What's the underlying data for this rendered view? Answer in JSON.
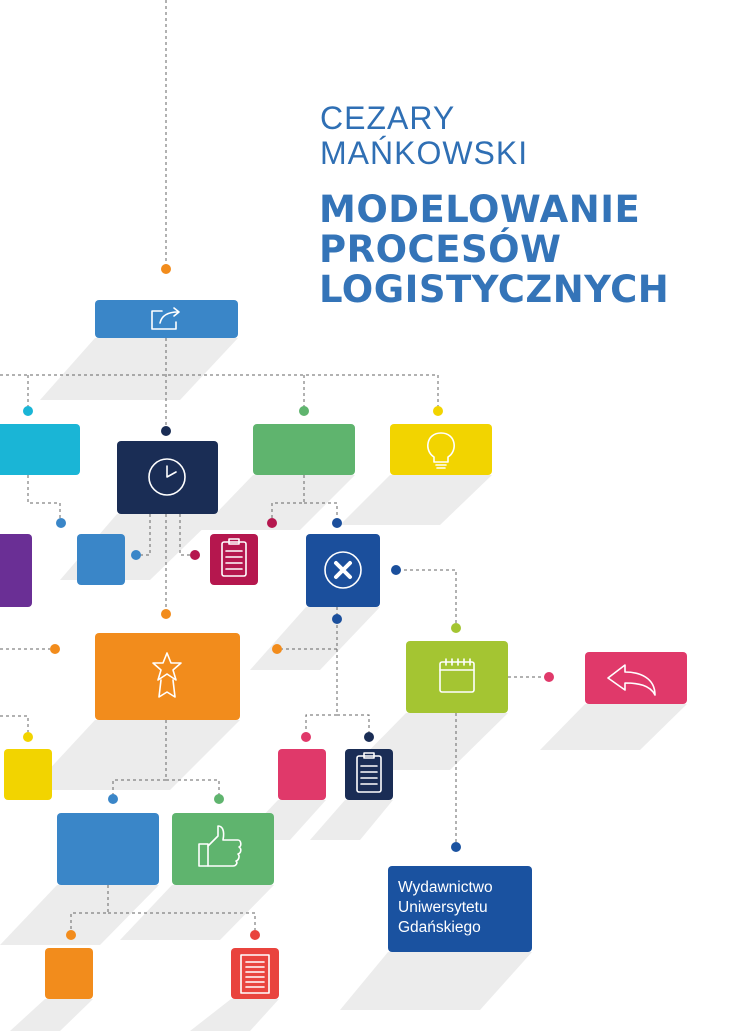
{
  "author": {
    "first_name": "CEZARY",
    "last_name": "MAŃKOWSKI"
  },
  "title": {
    "line1": "MODELOWANIE",
    "line2": "PROCESÓW",
    "line3": "LOGISTYCZNYCH"
  },
  "publisher": {
    "line1": "Wydawnictwo",
    "line2": "Uniwersytetu",
    "line3": "Gdańskiego"
  },
  "colors": {
    "title": "#3474b8",
    "blue": "#3a86c8",
    "navy": "#1a2d55",
    "green": "#5fb46e",
    "yellow": "#f2d400",
    "cyan": "#1ab5d6",
    "purple": "#6a2f95",
    "crimson": "#b5174e",
    "darkblue": "#1b4f9c",
    "orange": "#f28c1c",
    "lime": "#a4c532",
    "pink": "#e0396a",
    "red": "#e9443e",
    "publisher": "#1a52a0"
  },
  "icons": [
    "share-icon",
    "clock-icon",
    "lightbulb-icon",
    "clipboard-icon",
    "close-circle-icon",
    "star-award-icon",
    "calendar-icon",
    "reply-icon",
    "thumbs-up-icon",
    "document-icon"
  ]
}
